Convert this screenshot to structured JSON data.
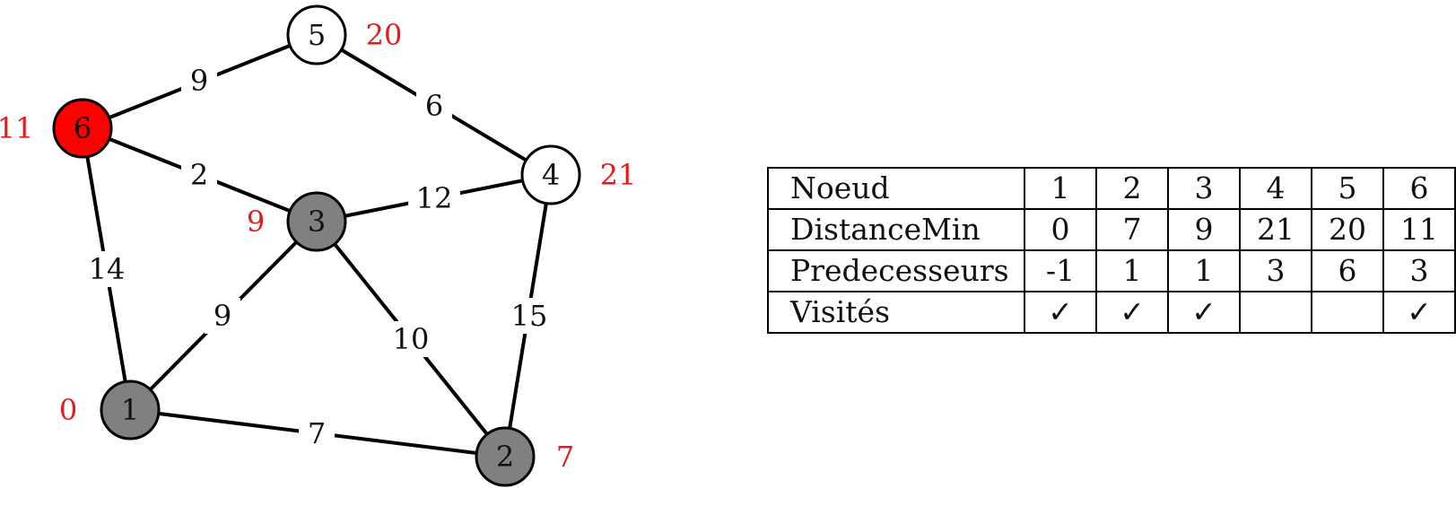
{
  "graph": {
    "nodes": [
      {
        "id": "1",
        "label": "1",
        "distance": "0",
        "state": "visited"
      },
      {
        "id": "2",
        "label": "2",
        "distance": "7",
        "state": "visited"
      },
      {
        "id": "3",
        "label": "3",
        "distance": "9",
        "state": "visited"
      },
      {
        "id": "4",
        "label": "4",
        "distance": "21",
        "state": "unvisited"
      },
      {
        "id": "5",
        "label": "5",
        "distance": "20",
        "state": "unvisited"
      },
      {
        "id": "6",
        "label": "6",
        "distance": "11",
        "state": "current"
      }
    ],
    "edges": [
      {
        "from": "6",
        "to": "5",
        "weight": "9"
      },
      {
        "from": "5",
        "to": "4",
        "weight": "6"
      },
      {
        "from": "6",
        "to": "3",
        "weight": "2"
      },
      {
        "from": "3",
        "to": "4",
        "weight": "12"
      },
      {
        "from": "6",
        "to": "1",
        "weight": "14"
      },
      {
        "from": "1",
        "to": "3",
        "weight": "9"
      },
      {
        "from": "3",
        "to": "2",
        "weight": "10"
      },
      {
        "from": "4",
        "to": "2",
        "weight": "15"
      },
      {
        "from": "1",
        "to": "2",
        "weight": "7"
      }
    ]
  },
  "colors": {
    "visited_fill": "#808080",
    "current_fill": "#ff0000",
    "unvisited_fill": "#ffffff",
    "distance_label": "#e31b1b",
    "stroke": "#000000"
  },
  "table": {
    "rows": [
      {
        "key": "noeud",
        "label": "Noeud",
        "values": [
          "1",
          "2",
          "3",
          "4",
          "5",
          "6"
        ]
      },
      {
        "key": "dist",
        "label": "DistanceMin",
        "values": [
          "0",
          "7",
          "9",
          "21",
          "20",
          "11"
        ]
      },
      {
        "key": "pred",
        "label": "Predecesseurs",
        "values": [
          "-1",
          "1",
          "1",
          "3",
          "6",
          "3"
        ]
      },
      {
        "key": "visite",
        "label": "Visités",
        "values": [
          "✓",
          "✓",
          "✓",
          "",
          "",
          "✓"
        ]
      }
    ]
  }
}
